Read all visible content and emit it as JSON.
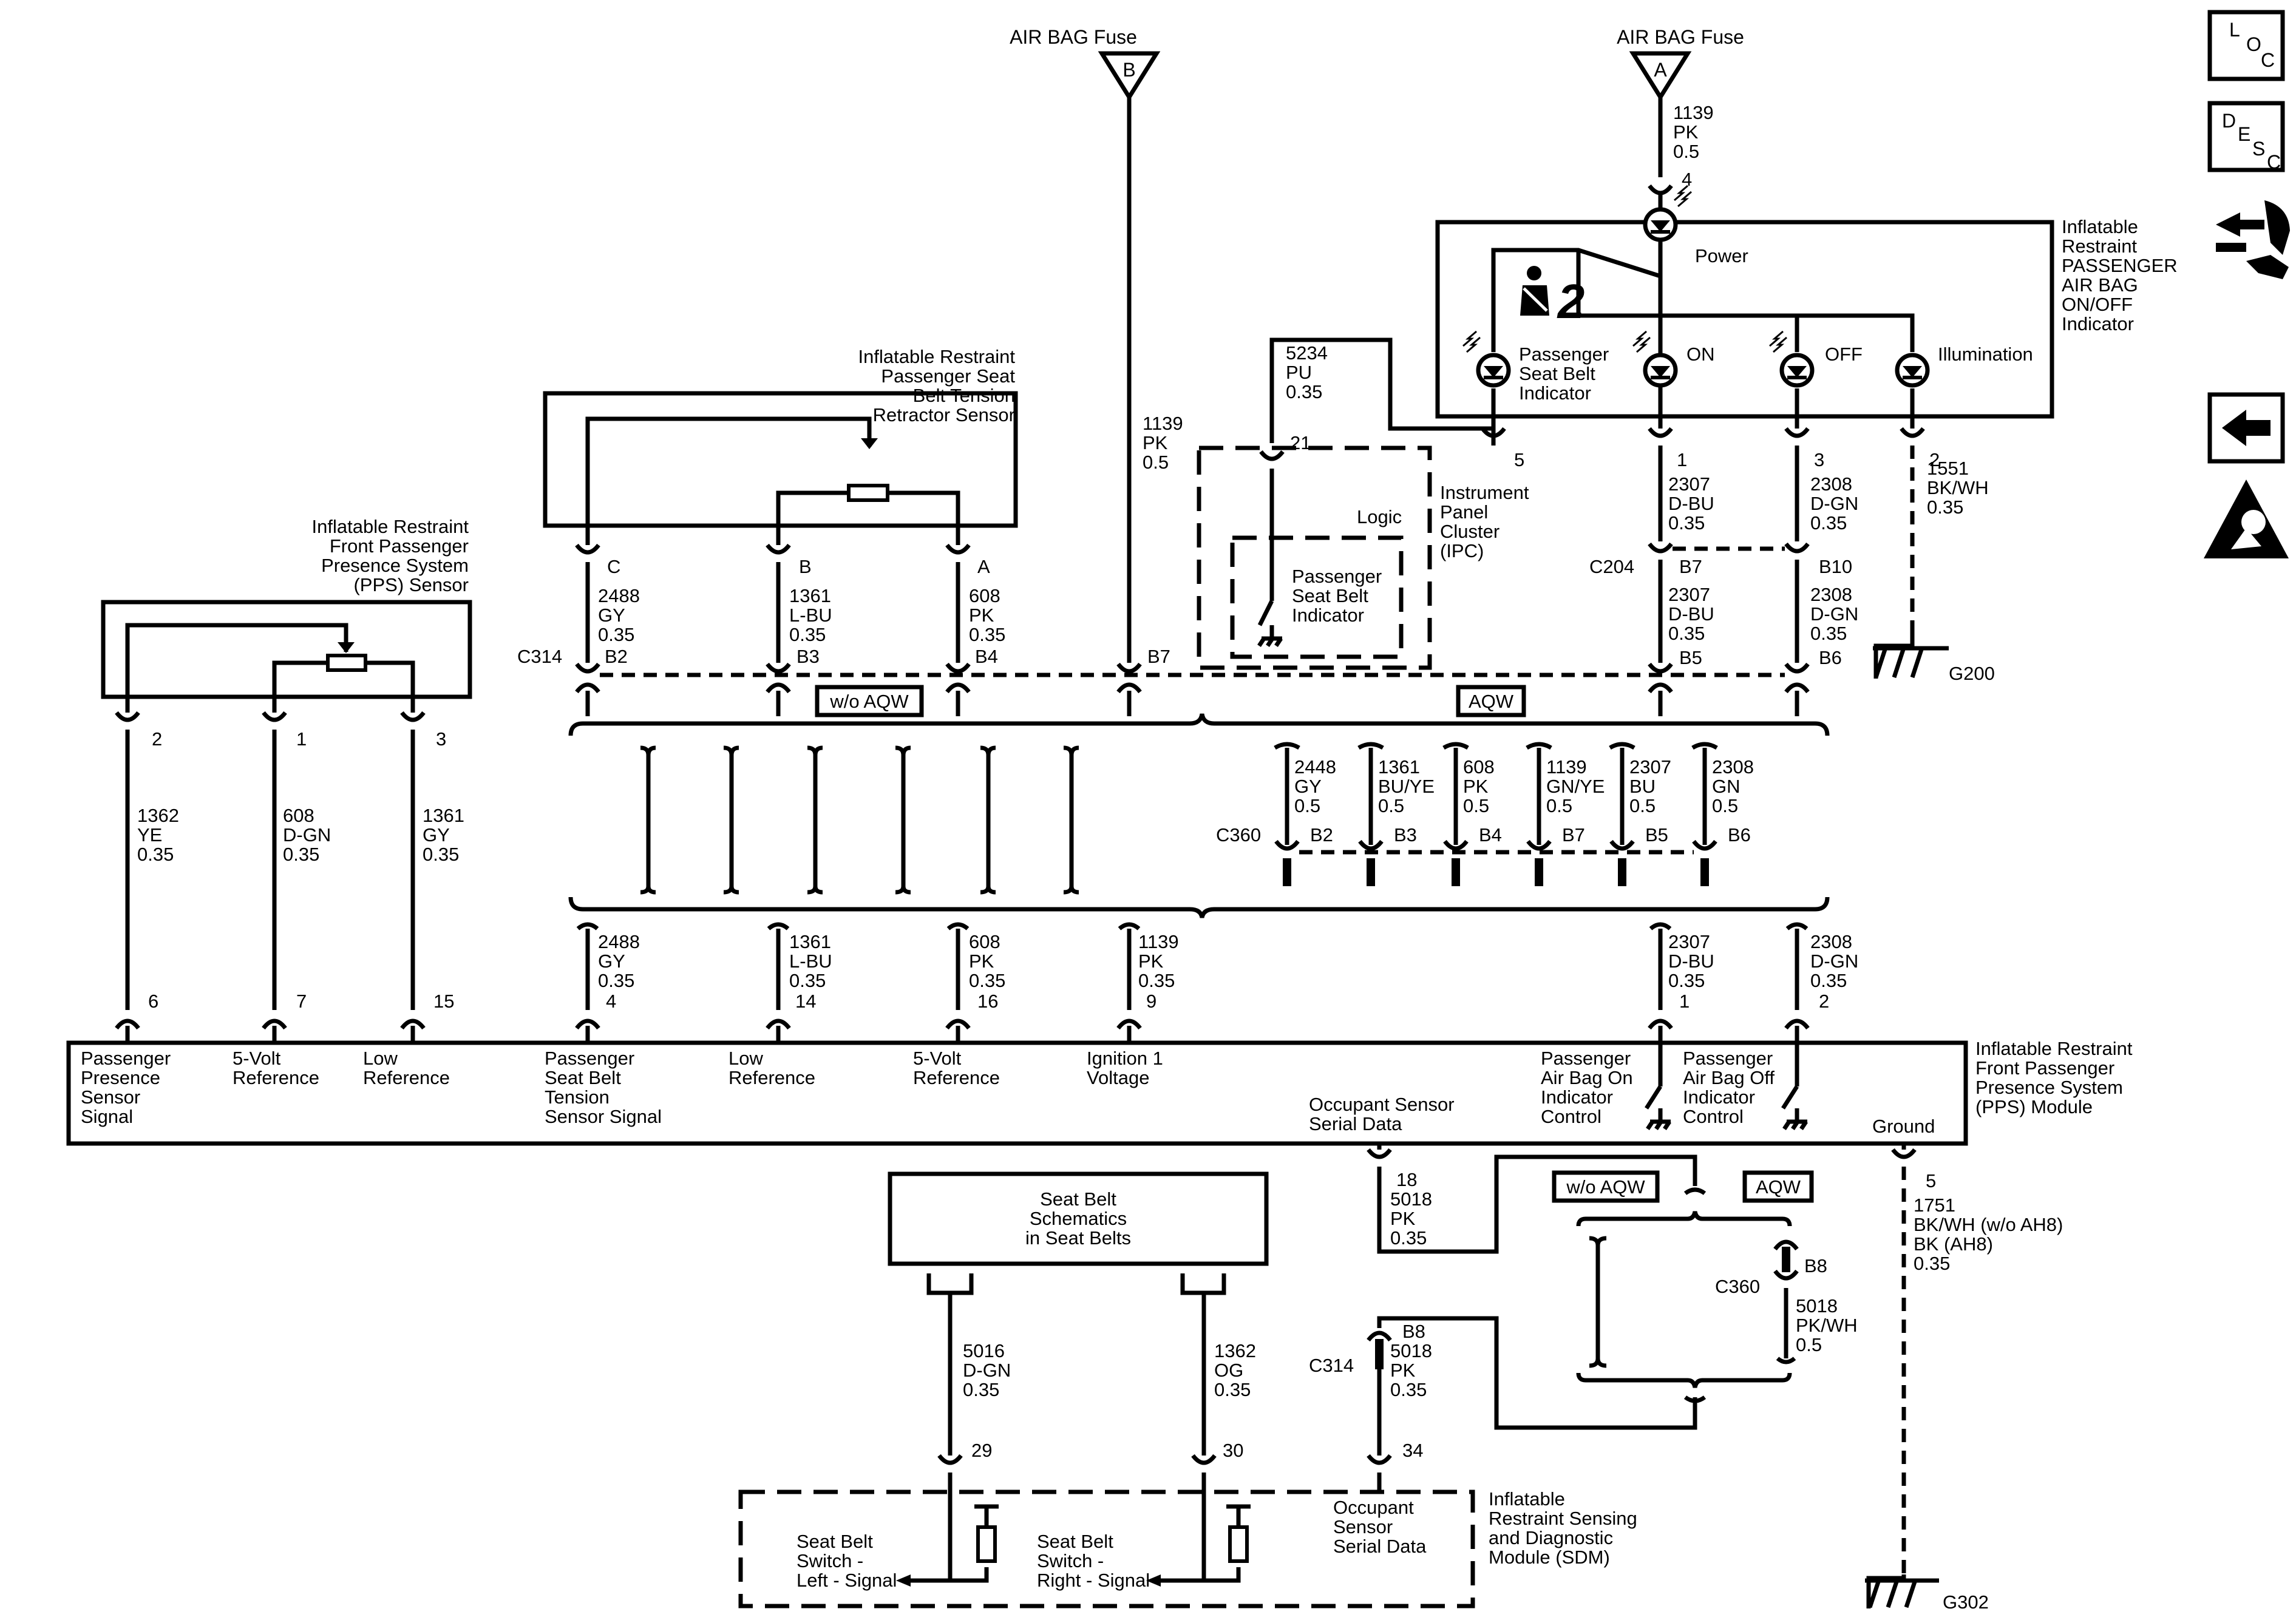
{
  "fuses": {
    "b": {
      "title": "AIR BAG Fuse",
      "letter": "B"
    },
    "a": {
      "title": "AIR BAG Fuse",
      "letter": "A"
    }
  },
  "nav": {
    "loc": [
      "L",
      "O",
      "C"
    ],
    "desc": [
      "D",
      "E",
      "S",
      "C"
    ]
  },
  "colors": {
    "wire": "#000000",
    "background": "#ffffff"
  },
  "indicator": {
    "title": [
      "Inflatable",
      "Restraint",
      "PASSENGER",
      "AIR BAG",
      "ON/OFF",
      "Indicator"
    ],
    "power": "Power",
    "psb": [
      "Passenger",
      "Seat Belt",
      "Indicator"
    ],
    "on": "ON",
    "off": "OFF",
    "illum": "Illumination",
    "seatbelt_icon_char": "2"
  },
  "fuse_a_wire": [
    "1139",
    "PK",
    "0.5",
    "4"
  ],
  "fuse_b_wire": [
    "1139",
    "PK",
    "0.5"
  ],
  "ipc": {
    "wire": [
      "5234",
      "PU",
      "0.35"
    ],
    "pin": "21",
    "title": [
      "Instrument",
      "Panel",
      "Cluster",
      "(IPC)"
    ],
    "logic": "Logic",
    "psb": [
      "Passenger",
      "Seat Belt",
      "Indicator"
    ]
  },
  "ind_pins": {
    "p5": "5",
    "p1": "1",
    "p3": "3",
    "p2": "2"
  },
  "c204": {
    "label": "C204",
    "left_top": [
      "2307",
      "D-BU",
      "0.35"
    ],
    "left_pin": "B7",
    "left_bot": [
      "2307",
      "D-BU",
      "0.35"
    ],
    "left_pin2": "B5",
    "right_top": [
      "2308",
      "D-GN",
      "0.35"
    ],
    "right_pin": "B10",
    "right_bot": [
      "2308",
      "D-GN",
      "0.35"
    ],
    "right_pin2": "B6"
  },
  "g200": {
    "wire": [
      "1551",
      "BK/WH",
      "0.35"
    ],
    "label": "G200"
  },
  "btr": {
    "title": [
      "Inflatable Restraint",
      "Passenger Seat",
      "Belt Tension",
      "Retractor Sensor"
    ],
    "pins": [
      "C",
      "B",
      "A"
    ],
    "wires": [
      [
        "2488",
        "GY",
        "0.35"
      ],
      [
        "1361",
        "L-BU",
        "0.35"
      ],
      [
        "608",
        "PK",
        "0.35"
      ]
    ],
    "c314_pins": [
      "B2",
      "B3",
      "B4"
    ],
    "b7": "B7"
  },
  "c314_label": "C314",
  "labels": {
    "woaqw": "w/o AQW",
    "aqw": "AQW"
  },
  "pps_sensor": {
    "title": [
      "Inflatable Restraint",
      "Front Passenger",
      "Presence System",
      "(PPS) Sensor"
    ],
    "pins": [
      "2",
      "1",
      "3"
    ],
    "wires": [
      [
        "1362",
        "YE",
        "0.35"
      ],
      [
        "608",
        "D-GN",
        "0.35"
      ],
      [
        "1361",
        "GY",
        "0.35"
      ]
    ]
  },
  "c360": {
    "label": "C360",
    "wires": [
      [
        "2448",
        "GY",
        "0.5"
      ],
      [
        "1361",
        "BU/YE",
        "0.5"
      ],
      [
        "608",
        "PK",
        "0.5"
      ],
      [
        "1139",
        "GN/YE",
        "0.5"
      ],
      [
        "2307",
        "BU",
        "0.5"
      ],
      [
        "2308",
        "GN",
        "0.5"
      ]
    ],
    "pins": [
      "B2",
      "B3",
      "B4",
      "B7",
      "B5",
      "B6"
    ]
  },
  "lower_wires": [
    [
      "2488",
      "GY",
      "0.35",
      "4"
    ],
    [
      "1361",
      "L-BU",
      "0.35",
      "14"
    ],
    [
      "608",
      "PK",
      "0.35",
      "16"
    ],
    [
      "1139",
      "PK",
      "0.35",
      "9"
    ],
    [
      "2307",
      "D-BU",
      "0.35",
      "1"
    ],
    [
      "2308",
      "D-GN",
      "0.35",
      "2"
    ]
  ],
  "module_pins": {
    "p6": "6",
    "p7": "7",
    "p15": "15"
  },
  "module": {
    "title": [
      "Inflatable Restraint",
      "Front Passenger",
      "Presence System",
      "(PPS) Module"
    ],
    "pps_signal": [
      "Passenger",
      "Presence",
      "Sensor",
      "Signal"
    ],
    "five_v1": [
      "5-Volt",
      "Reference"
    ],
    "low1": [
      "Low",
      "Reference"
    ],
    "tension": [
      "Passenger",
      "Seat Belt",
      "Tension",
      "Sensor Signal"
    ],
    "low2": [
      "Low",
      "Reference"
    ],
    "five_v2": [
      "5-Volt",
      "Reference"
    ],
    "ign": [
      "Ignition 1",
      "Voltage"
    ],
    "occ": [
      "Occupant Sensor",
      "Serial Data"
    ],
    "ab_on": [
      "Passenger",
      "Air Bag On",
      "Indicator",
      "Control"
    ],
    "ab_off": [
      "Passenger",
      "Air Bag Off",
      "Indicator",
      "Control"
    ],
    "ground": "Ground"
  },
  "occ_wire": [
    "18",
    "5018",
    "PK",
    "0.35"
  ],
  "gnd_wire": [
    "5",
    "1751",
    "BK/WH (w/o AH8)",
    "BK (AH8)",
    "0.35"
  ],
  "g302": "G302",
  "seat_belt_box": [
    "Seat Belt",
    "Schematics",
    "in Seat Belts"
  ],
  "sb_wires": {
    "left": [
      "5016",
      "D-GN",
      "0.35",
      "29"
    ],
    "right": [
      "1362",
      "OG",
      "0.35",
      "30"
    ]
  },
  "c360_b8": {
    "label": "C360",
    "pin": "B8",
    "wire": [
      "5018",
      "PK/WH",
      "0.5"
    ]
  },
  "c314_b8": {
    "label": "C314",
    "pin": "B8",
    "wire": [
      "5018",
      "PK",
      "0.35",
      "34"
    ]
  },
  "sdm": {
    "title": [
      "Inflatable",
      "Restraint Sensing",
      "and Diagnostic",
      "Module (SDM)"
    ],
    "left": [
      "Seat Belt",
      "Switch -",
      "Left - Signal"
    ],
    "right": [
      "Seat Belt",
      "Switch -",
      "Right - Signal"
    ],
    "occ": [
      "Occupant",
      "Sensor",
      "Serial Data"
    ]
  }
}
